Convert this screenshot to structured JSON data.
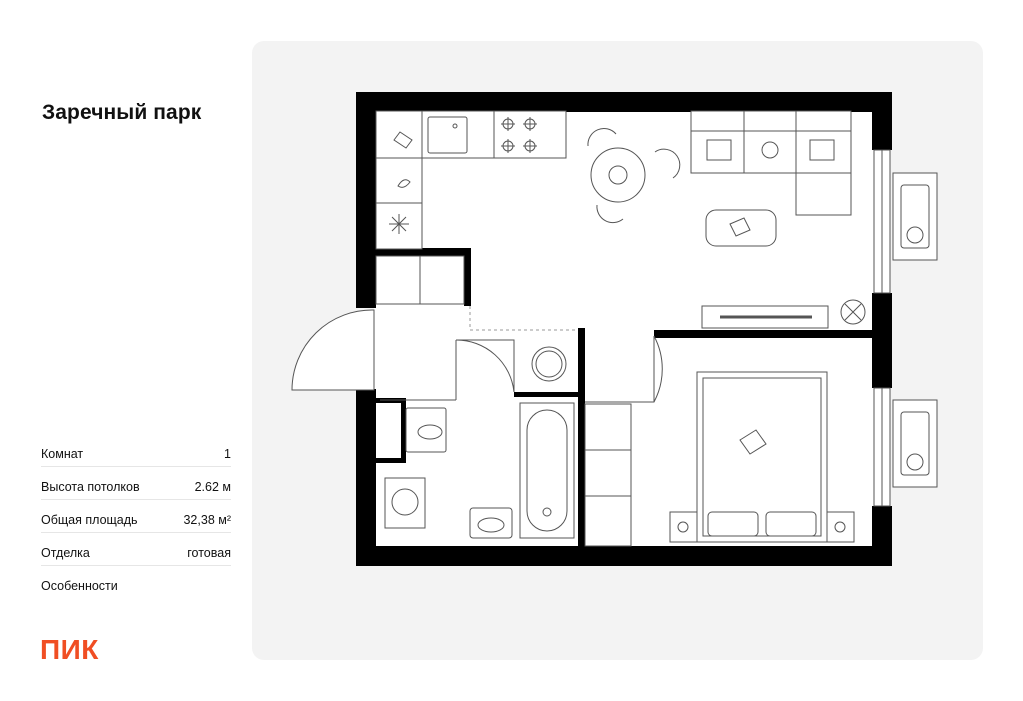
{
  "project": {
    "title": "Заречный парк"
  },
  "specs": [
    {
      "label": "Комнат",
      "value": "1"
    },
    {
      "label": "Высота потолков",
      "value": "2.62 м"
    },
    {
      "label": "Общая площадь",
      "value": "32,38 м²"
    },
    {
      "label": "Отделка",
      "value": "готовая"
    },
    {
      "label": "Особенности",
      "value": ""
    }
  ],
  "brand": {
    "logo_text": "ПИК",
    "color": "#f04e23"
  },
  "colors": {
    "wall": "#000000",
    "floor": "#ffffff",
    "panel": "#f3f3f3",
    "line": "#555555"
  }
}
